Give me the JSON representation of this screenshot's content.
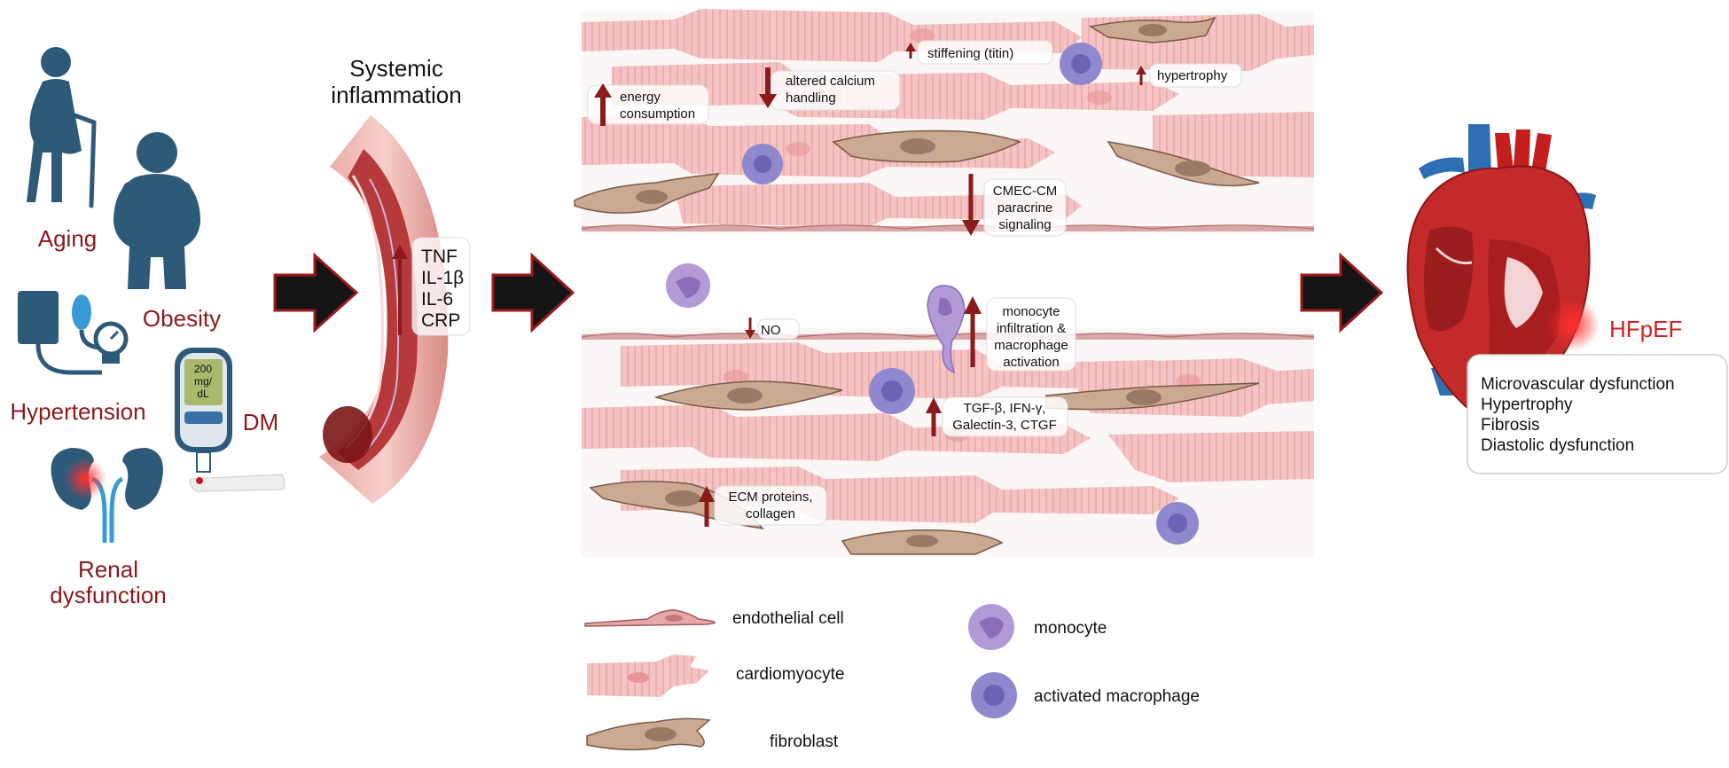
{
  "risk_factors": {
    "aging": "Aging",
    "obesity": "Obesity",
    "hypertension": "Hypertension",
    "dm": "DM",
    "renal_line1": "Renal",
    "renal_line2": "dysfunction",
    "glucometer_line1": "200",
    "glucometer_line2": "mg/",
    "glucometer_line3": "dL"
  },
  "inflammation": {
    "title_line1": "Systemic",
    "title_line2": "inflammation",
    "cytokines": [
      "TNF",
      "IL-1β",
      "IL-6",
      "CRP"
    ]
  },
  "upper_panel": {
    "energy_line1": "energy",
    "energy_line2": "consumption",
    "calcium_line1": "altered calcium",
    "calcium_line2": "handling",
    "stiffening": "stiffening (titin)",
    "hypertrophy": "hypertrophy",
    "cmec_line1": "CMEC-CM",
    "cmec_line2": "paracrine",
    "cmec_line3": "signaling"
  },
  "lower_panel": {
    "no": "NO",
    "monocyte_line1": "monocyte",
    "monocyte_line2": "infiltration &",
    "monocyte_line3": "macrophage",
    "monocyte_line4": "activation",
    "tgf_line1": "TGF-β, IFN-γ,",
    "tgf_line2": "Galectin-3, CTGF",
    "ecm_line1": "ECM proteins,",
    "ecm_line2": "collagen"
  },
  "legend": {
    "endothelial": "endothelial cell",
    "cardiomyocyte": "cardiomyocyte",
    "fibroblast": "fibroblast",
    "monocyte": "monocyte",
    "macrophage": "activated macrophage"
  },
  "outcome": {
    "title": "HFpEF",
    "items": [
      "Microvascular dysfunction",
      "Hypertrophy",
      "Fibrosis",
      "Diastolic dysfunction"
    ]
  },
  "colors": {
    "risk_text": "#8b1a1a",
    "arrow_up_down": "#8b1a1a",
    "figure_blue": "#2e5a7a",
    "cardiomyocyte": "#f2b8b8",
    "fibroblast": "#c9a98f",
    "monocyte": "#b39ad6",
    "macrophage": "#8f88cf",
    "hfpef": "#d42020"
  }
}
